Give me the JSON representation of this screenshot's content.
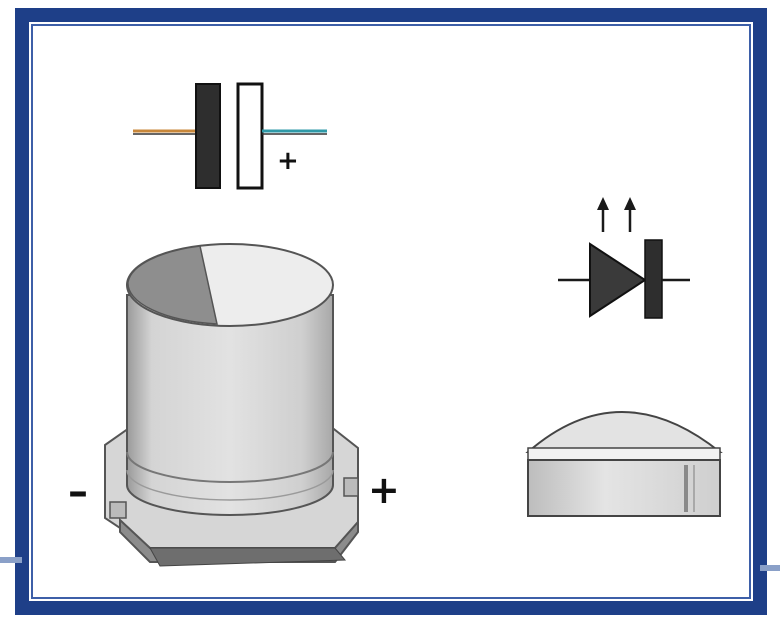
{
  "diagram": {
    "colors": {
      "frame": "#1e3f88",
      "panel": "#ffffff",
      "ink": "#2a2a2a",
      "lead_accent": "#c8873a",
      "lead_accent_alt": "#2f9aa8",
      "body_light": "#e6e6e6",
      "body_mid": "#c9c9c9",
      "body_dark": "#7d7d7d"
    },
    "capacitor_symbol": {
      "icon": "polarized-capacitor-symbol",
      "polarity_label": "+"
    },
    "capacitor_component": {
      "icon": "smd-electrolytic-capacitor",
      "negative_label": "–",
      "positive_label": "+"
    },
    "led_symbol": {
      "icon": "light-emitting-diode-symbol"
    },
    "led_component": {
      "icon": "dome-led-package"
    }
  }
}
